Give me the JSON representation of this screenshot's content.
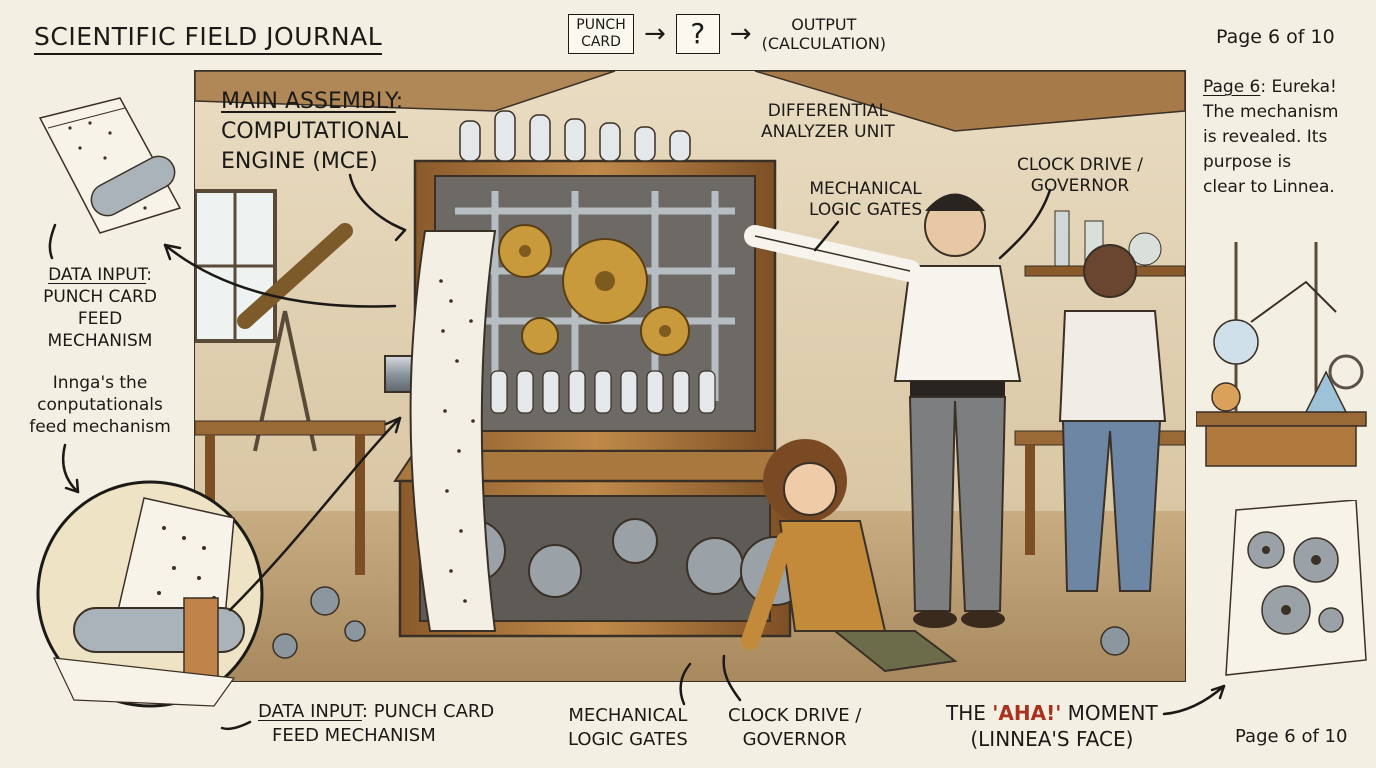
{
  "header": {
    "journal_title": "SCIENTIFIC FIELD JOURNAL",
    "flow": {
      "input_label": "PUNCH CARD",
      "process_label": "?",
      "output_label": "OUTPUT",
      "output_sub": "(CALCULATION)"
    },
    "page_indicator_top": "Page 6 of 10"
  },
  "main_panel": {
    "assembly_title": "MAIN ASSEMBLY",
    "assembly_subtitle_line1": "COMPUTATIONAL",
    "assembly_subtitle_line2": "ENGINE (MCE)",
    "differential_line1": "DIFFERENTIAL",
    "differential_line2": "ANALYZER UNIT",
    "logic_gates_line1": "MECHANICAL",
    "logic_gates_line2": "LOGIC GATES",
    "clock_line1": "CLOCK DRIVE /",
    "clock_line2": "GOVERNOR"
  },
  "left_column": {
    "data_input_title": "DATA INPUT",
    "data_input_line1": "PUNCH CARD FEED",
    "data_input_line2": "MECHANISM",
    "note_line1": "Innga's the",
    "note_line2": "conputationals",
    "note_line3": "feed mechanism"
  },
  "right_column": {
    "page_note_title": "Page 6",
    "page_note_title_rest": ": Eureka!",
    "page_note_line1": "The mechanism",
    "page_note_line2": "is revealed. Its",
    "page_note_line3": "purpose is",
    "page_note_line4": "clear to Linnea."
  },
  "bottom_labels": {
    "data_input_title": "DATA INPUT",
    "data_input_rest": ": PUNCH CARD",
    "data_input_line2": "FEED MECHANISM",
    "logic_gates_line1": "MECHANICAL",
    "logic_gates_line2": "LOGIC GATES",
    "clock_line1": "CLOCK DRIVE /",
    "clock_line2": "GOVERNOR",
    "aha_prefix": "THE ",
    "aha_quote": "'AHA!'",
    "aha_suffix": " MOMENT",
    "aha_line2": "(LINNEA'S FACE)",
    "page_indicator_bottom": "Page 6 of 10"
  },
  "colors": {
    "paper": "#f4efe3",
    "ink": "#1c1a17",
    "wood": "#b07a3e",
    "brass": "#c99a3c",
    "steel": "#8c969e",
    "aha_red": "#a8321e"
  }
}
